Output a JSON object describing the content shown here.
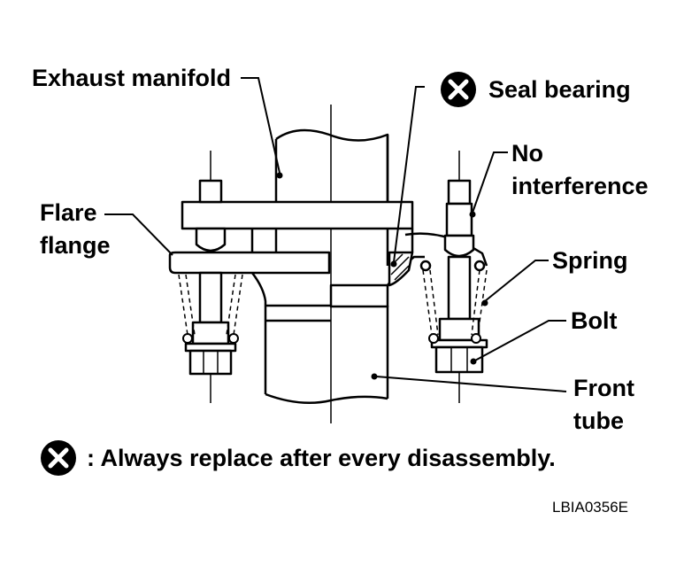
{
  "labels": {
    "exhaust_manifold": "Exhaust manifold",
    "seal_bearing": "Seal bearing",
    "no": "No",
    "interference": "interference",
    "flare": "Flare",
    "flange": "flange",
    "spring": "Spring",
    "bolt": "Bolt",
    "front": "Front",
    "tube": "tube"
  },
  "legend": {
    "text": ": Always replace after every disassembly."
  },
  "code": "LBIA0356E",
  "icons": {
    "replace_symbol": "x-circle-icon"
  },
  "colors": {
    "ink": "#000000",
    "paper": "#ffffff"
  }
}
